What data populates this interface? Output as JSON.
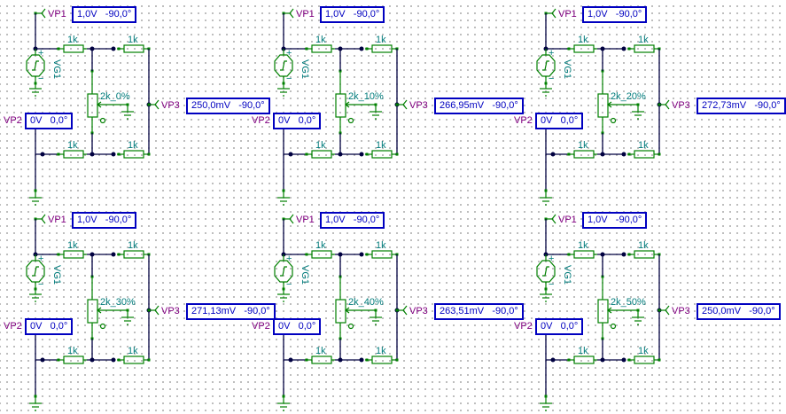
{
  "app": "circuit-schematic-simulation",
  "circuits": [
    {
      "pot_label": "2k_0%",
      "vp1": "1,0V   -90,0°",
      "vp2": "0V   0,0°",
      "vp3": "250,0mV   -90,0°"
    },
    {
      "pot_label": "2k_10%",
      "vp1": "1,0V   -90,0°",
      "vp2": "0V   0,0°",
      "vp3": "266,95mV   -90,0°"
    },
    {
      "pot_label": "2k_20%",
      "vp1": "1,0V   -90,0°",
      "vp2": "0V   0,0°",
      "vp3": "272,73mV   -90,0°"
    },
    {
      "pot_label": "2k_30%",
      "vp1": "1,0V   -90,0°",
      "vp2": "0V   0,0°",
      "vp3": "271,13mV   -90,0°"
    },
    {
      "pot_label": "2k_40%",
      "vp1": "1,0V   -90,0°",
      "vp2": "0V   0,0°",
      "vp3": "263,51mV   -90,0°"
    },
    {
      "pot_label": "2k_50%",
      "vp1": "1,0V   -90,0°",
      "vp2": "0V   0,0°",
      "vp3": "250,0mV   -90,0°"
    }
  ],
  "labels": {
    "vp1": "VP1",
    "vp2": "VP2",
    "vp3": "VP3",
    "source": "VG1",
    "resistor": "1k",
    "plus": "+",
    "minus": "−"
  },
  "colors": {
    "wire": "#000040",
    "component": "#008000",
    "component_label": "#007b7b",
    "probe_label": "#800080",
    "readout": "#0000c0"
  }
}
